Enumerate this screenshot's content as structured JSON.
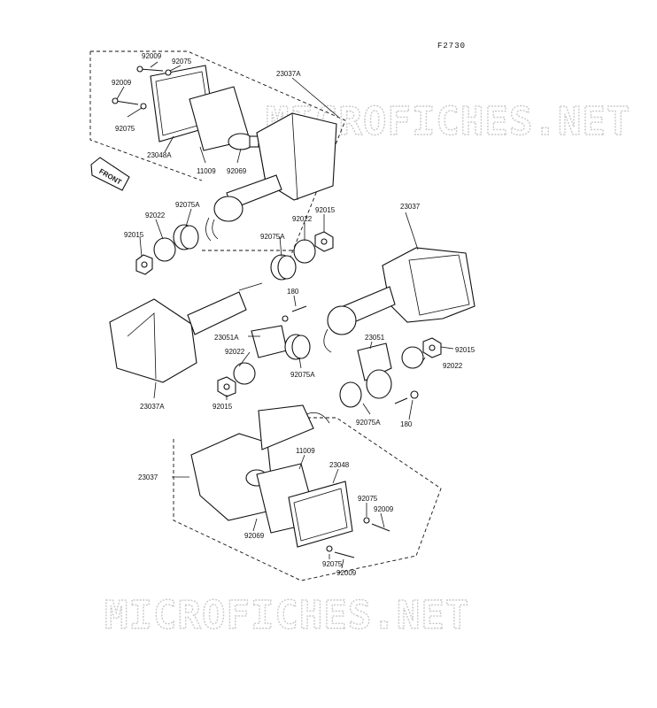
{
  "figure_code": "F2730",
  "front_label": "FRONT",
  "watermark": "MICROFICHES.NET",
  "labels": {
    "p_92009_a": "92009",
    "p_92075_a": "92075",
    "p_23037A_top": "23037A",
    "p_92009_b": "92009",
    "p_92075_b": "92075",
    "p_23048A": "23048A",
    "p_11009_top": "11009",
    "p_92069_top": "92069",
    "p_92075A_left": "92075A",
    "p_92022_left": "92022",
    "p_92015_left": "92015",
    "p_92022_mid": "92022",
    "p_92015_mid": "92015",
    "p_92075A_mid": "92075A",
    "p_23037_right": "23037",
    "p_180_upper": "180",
    "p_23051A": "23051A",
    "p_92022_lower": "92022",
    "p_92075A_lower": "92075A",
    "p_23051": "23051",
    "p_92015_right": "92015",
    "p_92022_right": "92022",
    "p_23037A_left": "23037A",
    "p_92015_bottom": "92015",
    "p_92075A_bottom": "92075A",
    "p_180_lower": "180",
    "p_11009_bottom": "11009",
    "p_23048": "23048",
    "p_23037_bottom": "23037",
    "p_92075_c": "92075",
    "p_92009_c": "92009",
    "p_92069_bottom": "92069",
    "p_92075_d": "92075",
    "p_92009_d": "92009"
  },
  "colors": {
    "ink": "#111111",
    "watermark": "#c9c9c9",
    "background": "#ffffff"
  }
}
